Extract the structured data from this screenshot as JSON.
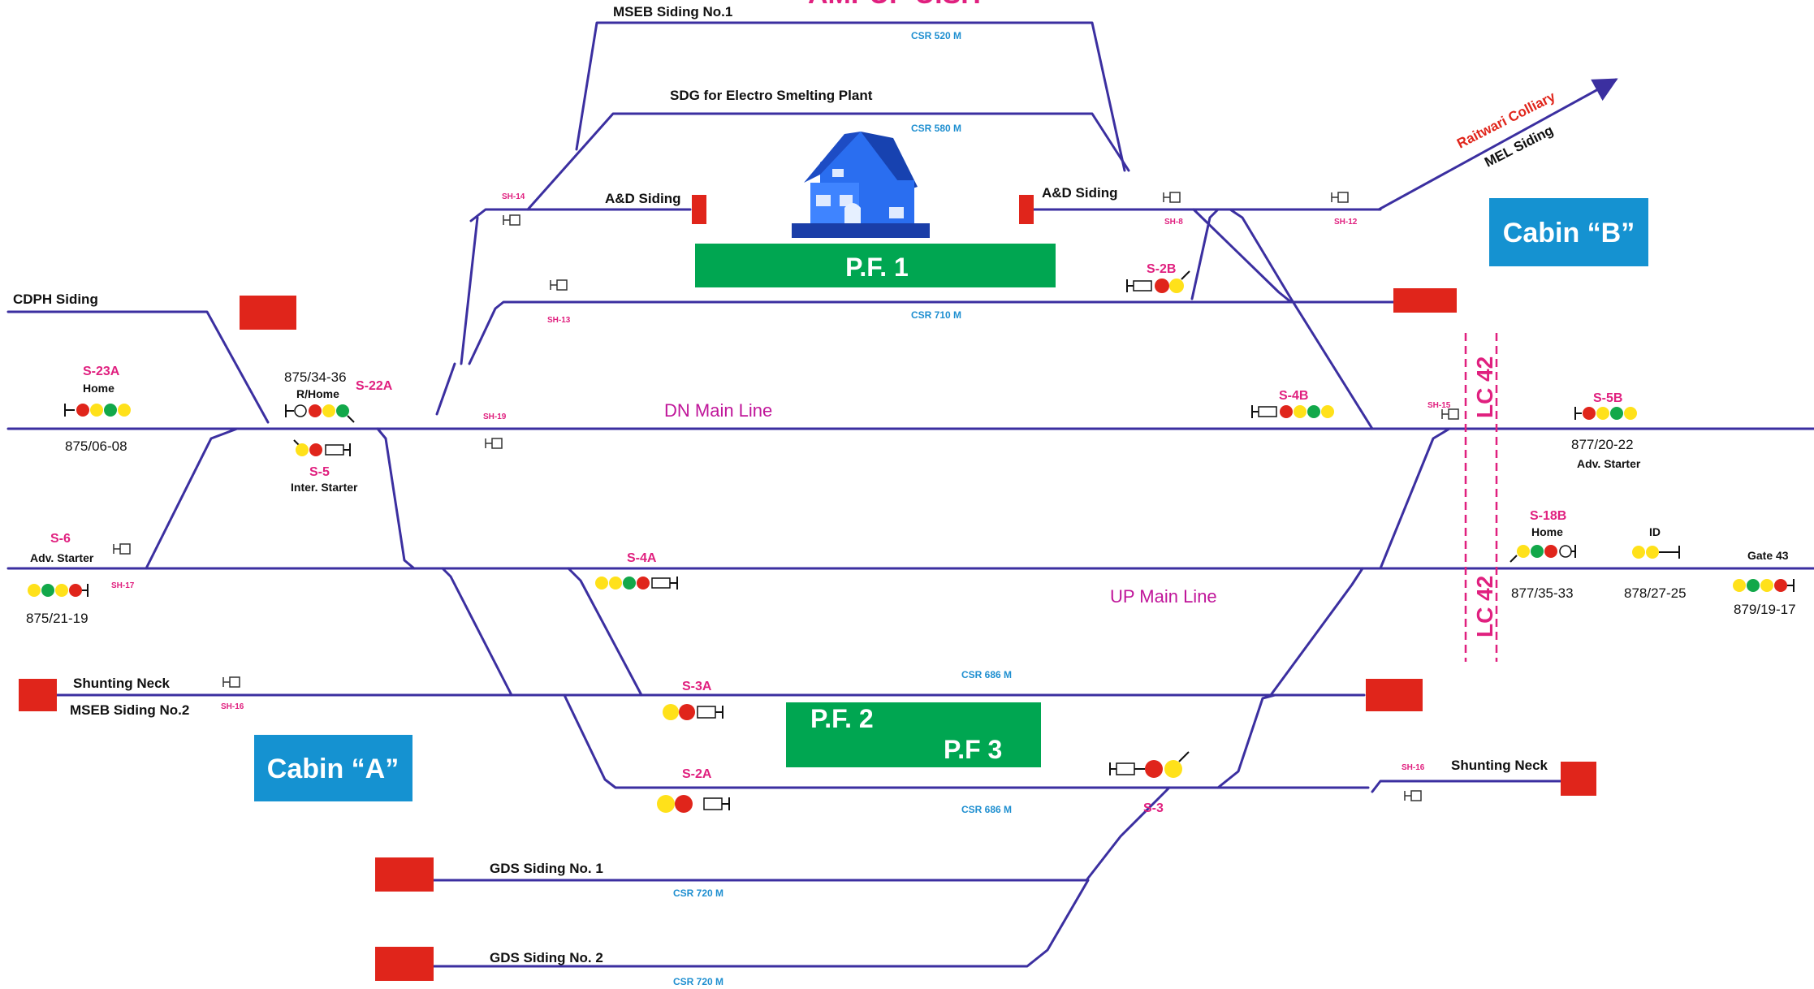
{
  "colors": {
    "track": "#3b2fa0",
    "platform": "#00a651",
    "cabin": "#1592d1",
    "buffer": "#e0251b",
    "signal_red": "#e0251b",
    "signal_yellow": "#ffe11a",
    "signal_green": "#12a84a",
    "magenta": "#e0207f",
    "csr_blue": "#1f8fd0",
    "main_line": "#c0169a",
    "station_building": "#1c5bd6"
  },
  "title_partial": "AMPUP U.S.T",
  "sidings": {
    "mseb1": "MSEB Siding No.1",
    "sdg_electro": "SDG for Electro Smelting Plant",
    "ad_left": "A&D Siding",
    "ad_right": "A&D Siding",
    "cdph": "CDPH Siding",
    "shunting_neck_left": "Shunting Neck",
    "mseb2": "MSEB Siding No.2",
    "shunting_neck_right": "Shunting Neck",
    "gds1": "GDS Siding No. 1",
    "gds2": "GDS Siding No. 2",
    "raitwari": "Raitwari Colliary",
    "mel": "MEL Siding"
  },
  "csr": {
    "c520": "CSR 520 M",
    "c580": "CSR 580 M",
    "c710": "CSR 710 M",
    "c686a": "CSR 686 M",
    "c686b": "CSR 686 M",
    "c720a": "CSR 720 M",
    "c720b": "CSR 720 M"
  },
  "main_lines": {
    "dn": "DN Main Line",
    "up": "UP Main Line"
  },
  "platforms": {
    "pf1": "P.F. 1",
    "pf2": "P.F. 2",
    "pf3": "P.F  3"
  },
  "cabins": {
    "a": "Cabin “A”",
    "b": "Cabin “B”"
  },
  "level_crossing": {
    "top": "LC 42",
    "bottom": "LC 42"
  },
  "shunt_signals": {
    "sh14": "SH-14",
    "sh8": "SH-8",
    "sh12": "SH-12",
    "sh13": "SH-13",
    "sh19": "SH-19",
    "sh15": "SH-15",
    "sh17": "SH-17",
    "sh16_left": "SH-16",
    "sh16_right": "SH-16"
  },
  "signals": {
    "s23a": {
      "id": "S-23A",
      "type": "Home",
      "km": "875/06-08"
    },
    "s22a": {
      "id": "S-22A",
      "type": "R/Home",
      "km": "875/34-36"
    },
    "s5": {
      "id": "S-5",
      "type": "Inter. Starter"
    },
    "s6": {
      "id": "S-6",
      "type": "Adv. Starter",
      "km": "875/21-19"
    },
    "s4a": {
      "id": "S-4A"
    },
    "s4b": {
      "id": "S-4B"
    },
    "s2b": {
      "id": "S-2B"
    },
    "s3a": {
      "id": "S-3A"
    },
    "s2a": {
      "id": "S-2A"
    },
    "s3": {
      "id": "S-3"
    },
    "s5b": {
      "id": "S-5B",
      "type": "Adv. Starter",
      "km": "877/20-22"
    },
    "s18b": {
      "id": "S-18B",
      "type": "Home",
      "km": "877/35-33"
    },
    "id_sig": {
      "id": "ID",
      "km": "878/27-25"
    },
    "gate43": {
      "id": "Gate 43",
      "km": "879/19-17"
    }
  }
}
